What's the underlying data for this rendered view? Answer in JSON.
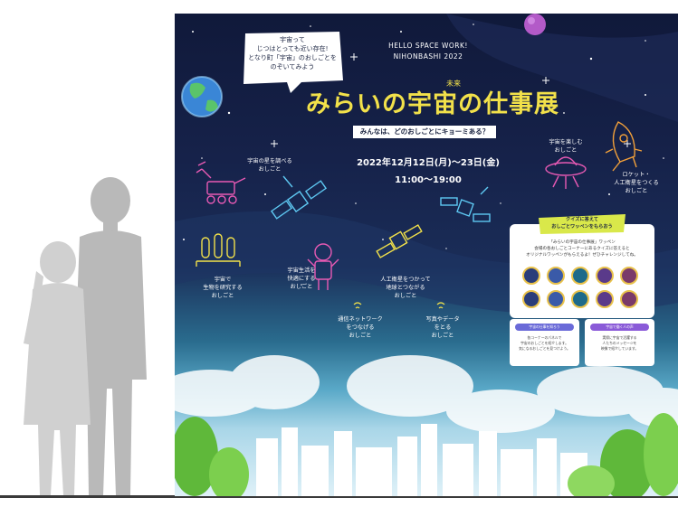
{
  "colors": {
    "panel_dark": "#10193a",
    "title_yellow": "#f2e14a",
    "neon_pink": "#e85ab4",
    "neon_blue": "#5ec8f2",
    "neon_orange": "#f2a03a",
    "neon_yellow": "#f2e14a",
    "silhouette_gray": "#b9b9b9"
  },
  "bubble": {
    "line1": "宇宙って",
    "line2": "じつはとっても近い存在!",
    "line3": "となり町「宇宙」のおしごとを",
    "line4": "のぞいてみよう"
  },
  "header": {
    "eyebrow_line1": "HELLO SPACE WORK!",
    "eyebrow_line2": "NIHONBASHI 2022",
    "ruby": "未来",
    "title": "みらいの宇宙の仕事展",
    "question": "みんなは、どのおしごとにキョーミある？",
    "date": "2022年12月12日(月)～23日(金)",
    "time": "11:00～19:00"
  },
  "jobs": [
    {
      "id": "stars",
      "line1": "宇宙の星を調べる",
      "line2": "おしごと",
      "icon": "rover-icon"
    },
    {
      "id": "enjoy",
      "line1": "宇宙を楽しむ",
      "line2": "おしごと",
      "icon": "ufo-icon"
    },
    {
      "id": "rocket",
      "line1": "ロケット・",
      "line2": "人工衛星をつくる",
      "line3": "おしごと",
      "icon": "rocket-icon"
    },
    {
      "id": "research",
      "line1": "宇宙で",
      "line2": "生物を研究する",
      "line3": "おしごと",
      "icon": "test-tubes-icon"
    },
    {
      "id": "comfort",
      "line1": "宇宙生活を",
      "line2": "快適にする",
      "line3": "おしごと",
      "icon": "astronaut-icon"
    },
    {
      "id": "connect",
      "line1": "人工衛星をつかって",
      "line2": "地球とつながる",
      "line3": "おしごと",
      "icon": "satellite-icon"
    },
    {
      "id": "network",
      "line1": "通信ネットワーク",
      "line2": "をつなげる",
      "line3": "おしごと",
      "icon": "signal-icon"
    },
    {
      "id": "photo",
      "line1": "写真やデータ",
      "line2": "をとる",
      "line3": "おしごと",
      "icon": "signal-icon"
    }
  ],
  "quiz_card": {
    "head_line1": "クイズに答えて",
    "head_line2": "おしごとワッペンをもらおう",
    "sub1": "「みらいの宇宙の仕事展」ワッペン",
    "sub2": "会場の各おしごとコーナーにあるクイズに答えると",
    "sub3": "オリジナルワッペンがもらえるよ！ぜひチャレンジしてね。",
    "badge_count": 10
  },
  "info_cards": [
    {
      "head": "宇宙の仕事を知ろう",
      "text1": "各コーナーのパネルで",
      "text2": "宇宙のおしごとを紹介します。",
      "text3": "気になるおしごとを見つけよう。",
      "head_color": "#6a6ad8"
    },
    {
      "head": "宇宙で働く人の声",
      "text1": "実際に宇宙で活躍する",
      "text2": "人たちのメッセージを",
      "text3": "映像で紹介しています。",
      "head_color": "#8a5ad8"
    }
  ]
}
